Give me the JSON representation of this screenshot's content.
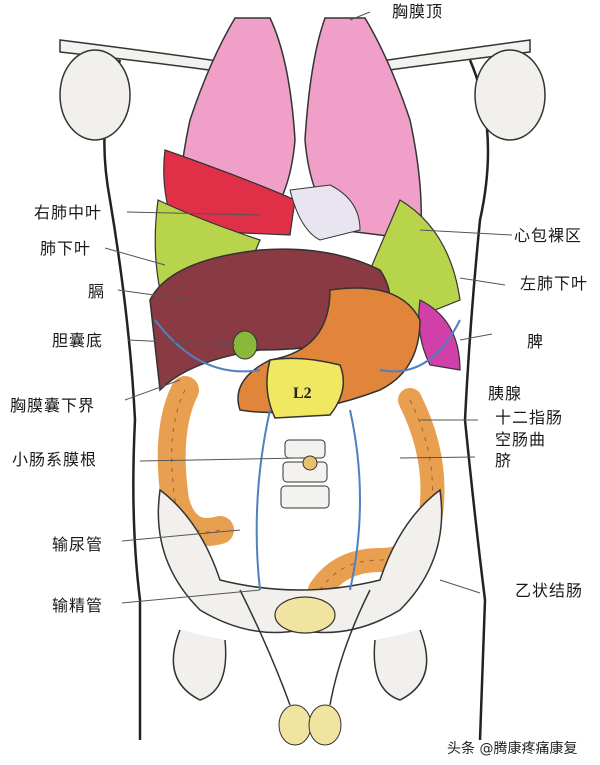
{
  "figure": {
    "type": "anatomical-illustration",
    "subject": "Thoracic and abdominal organs, anterior view with surface projections",
    "vertebra_marker": "L2"
  },
  "labels": {
    "pleura_apex": "胸膜顶",
    "right_middle_lobe": "右肺中叶",
    "lower_lobe": "肺下叶",
    "diaphragm": "膈",
    "gallbladder_fundus": "胆囊底",
    "pleural_lower_border": "胸膜囊下界",
    "mesentery_root": "小肠系膜根",
    "ureter": "输尿管",
    "vas_deferens": "输精管",
    "bare_area_pericardium": "心包裸区",
    "left_lower_lobe": "左肺下叶",
    "spleen": "脾",
    "pancreas": "胰腺",
    "duodenojejunal_flexure_line1": "十二指肠",
    "duodenojejunal_flexure_line2": "空肠曲",
    "umbilicus": "脐",
    "sigmoid_colon": "乙状结肠"
  },
  "watermark": "头条 @腾康疼痛康复",
  "colors": {
    "lung": "#f0a0c8",
    "lung_dark": "#e07aa8",
    "lower_lobe_green": "#b8d44a",
    "liver": "#8a3a42",
    "stomach": "#e0853a",
    "pancreas_yellow": "#f0e860",
    "intestine": "#e8a050",
    "red_lobe": "#e03048",
    "spleen_magenta": "#d040a8",
    "bone": "#f4f2ee",
    "outline": "#222222",
    "pleura_blue": "#5080c0"
  }
}
